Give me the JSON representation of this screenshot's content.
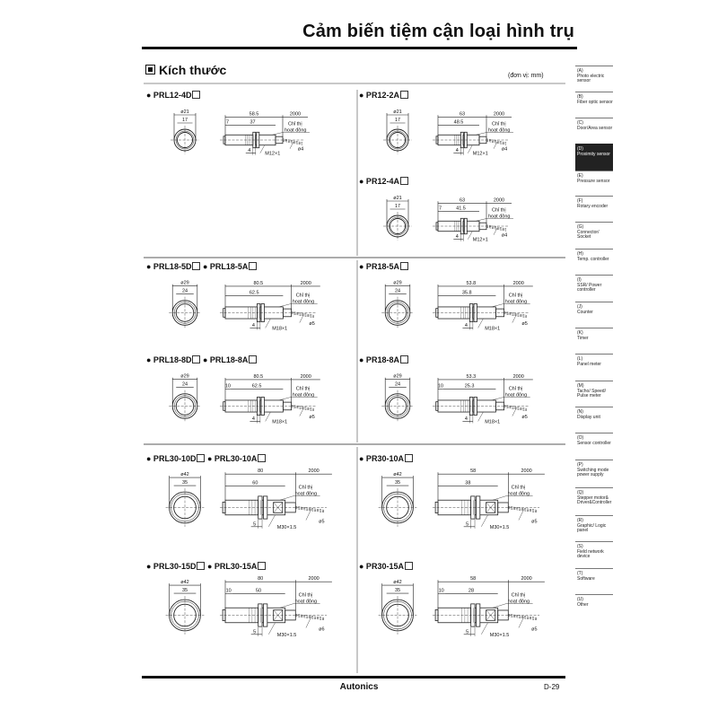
{
  "page_title": "Cảm biến tiệm cận loại hình trụ",
  "section_title": "Kích thước",
  "unit_note": "(đơn vị: mm)",
  "brand": "Autonics",
  "page_number": "D-29",
  "sidebar": [
    {
      "code": "(A)",
      "label": "Photo electric sensor"
    },
    {
      "code": "(B)",
      "label": "Fiber optic sensor"
    },
    {
      "code": "(C)",
      "label": "Door/Area sensor"
    },
    {
      "code": "(D)",
      "label": "Proximity sensor",
      "active": true
    },
    {
      "code": "(E)",
      "label": "Pressure sensor"
    },
    {
      "code": "(F)",
      "label": "Rotary encoder"
    },
    {
      "code": "(G)",
      "label": "Connector/ Socket"
    },
    {
      "code": "(H)",
      "label": "Temp. controller"
    },
    {
      "code": "(I)",
      "label": "SSR/ Power controller"
    },
    {
      "code": "(J)",
      "label": "Counter"
    },
    {
      "code": "(K)",
      "label": "Timer"
    },
    {
      "code": "(L)",
      "label": "Panel meter"
    },
    {
      "code": "(M)",
      "label": "Tacho/ Speed/ Pulse meter"
    },
    {
      "code": "(N)",
      "label": "Display unit"
    },
    {
      "code": "(O)",
      "label": "Sensor controller"
    },
    {
      "code": "(P)",
      "label": "Switching mode power supply"
    },
    {
      "code": "(Q)",
      "label": "Stepper motor& Driver&Controller"
    },
    {
      "code": "(R)",
      "label": "Graphic/ Logic panel"
    },
    {
      "code": "(S)",
      "label": "Field network device"
    },
    {
      "code": "(T)",
      "label": "Software"
    },
    {
      "code": "(U)",
      "label": "Other"
    }
  ],
  "indicator_label": [
    "Chỉ thị",
    "hoạt động"
  ],
  "diagrams": [
    {
      "caption": [
        "PRL12-4D"
      ],
      "dia": "ø21",
      "face": "17",
      "total": "58.5",
      "body": "37",
      "front": "7",
      "cable": "2000",
      "nut": "4",
      "thread": "M12×1",
      "cable_dia": "ø4"
    },
    {
      "caption": [
        "PR12-2A"
      ],
      "dia": "ø21",
      "face": "17",
      "total": "63",
      "body": "48.5",
      "front": "",
      "cable": "2000",
      "nut": "4",
      "thread": "M12×1",
      "cable_dia": "ø4"
    },
    {
      "caption": [
        "PR12-4A"
      ],
      "dia": "ø21",
      "face": "17",
      "total": "63",
      "body": "41.5",
      "front": "7",
      "cable": "2000",
      "nut": "4",
      "thread": "M12×1",
      "cable_dia": "ø4"
    },
    {
      "caption": [
        "PRL18-5D",
        "PRL18-5A"
      ],
      "dia": "ø29",
      "face": "24",
      "total": "80.5",
      "body": "62.5",
      "front": "",
      "cable": "2000",
      "nut": "4",
      "thread": "M18×1",
      "cable_dia": "ø5"
    },
    {
      "caption": [
        "PR18-5A"
      ],
      "dia": "ø29",
      "face": "24",
      "total": "53.8",
      "body": "35.8",
      "front": "",
      "cable": "2000",
      "nut": "4",
      "thread": "M18×1",
      "cable_dia": "ø5"
    },
    {
      "caption": [
        "PRL18-8D",
        "PRL18-8A"
      ],
      "dia": "ø29",
      "face": "24",
      "total": "80.5",
      "body": "62.5",
      "front": "10",
      "cable": "2000",
      "nut": "4",
      "thread": "M18×1",
      "cable_dia": "ø5"
    },
    {
      "caption": [
        "PR18-8A"
      ],
      "dia": "ø29",
      "face": "24",
      "total": "53.3",
      "body": "25.3",
      "front": "10",
      "cable": "2000",
      "nut": "4",
      "thread": "M18×1",
      "cable_dia": "ø5"
    },
    {
      "caption": [
        "PRL30-10D",
        "PRL30-10A"
      ],
      "dia": "ø42",
      "face": "35",
      "total": "80",
      "body": "60",
      "front": "",
      "cable": "2000",
      "nut": "5",
      "thread": "M30×1.5",
      "cable_dia": "ø5"
    },
    {
      "caption": [
        "PR30-10A"
      ],
      "dia": "ø42",
      "face": "35",
      "total": "58",
      "body": "38",
      "front": "",
      "cable": "2000",
      "nut": "5",
      "thread": "M30×1.5",
      "cable_dia": "ø5"
    },
    {
      "caption": [
        "PRL30-15D",
        "PRL30-15A"
      ],
      "dia": "ø42",
      "face": "35",
      "total": "80",
      "body": "50",
      "front": "10",
      "cable": "2000",
      "nut": "5",
      "thread": "M30×1.5",
      "cable_dia": "ø6"
    },
    {
      "caption": [
        "PR30-15A"
      ],
      "dia": "ø42",
      "face": "35",
      "total": "58",
      "body": "28",
      "front": "10",
      "cable": "2000",
      "nut": "5",
      "thread": "M30×1.5",
      "cable_dia": "ø5"
    }
  ]
}
